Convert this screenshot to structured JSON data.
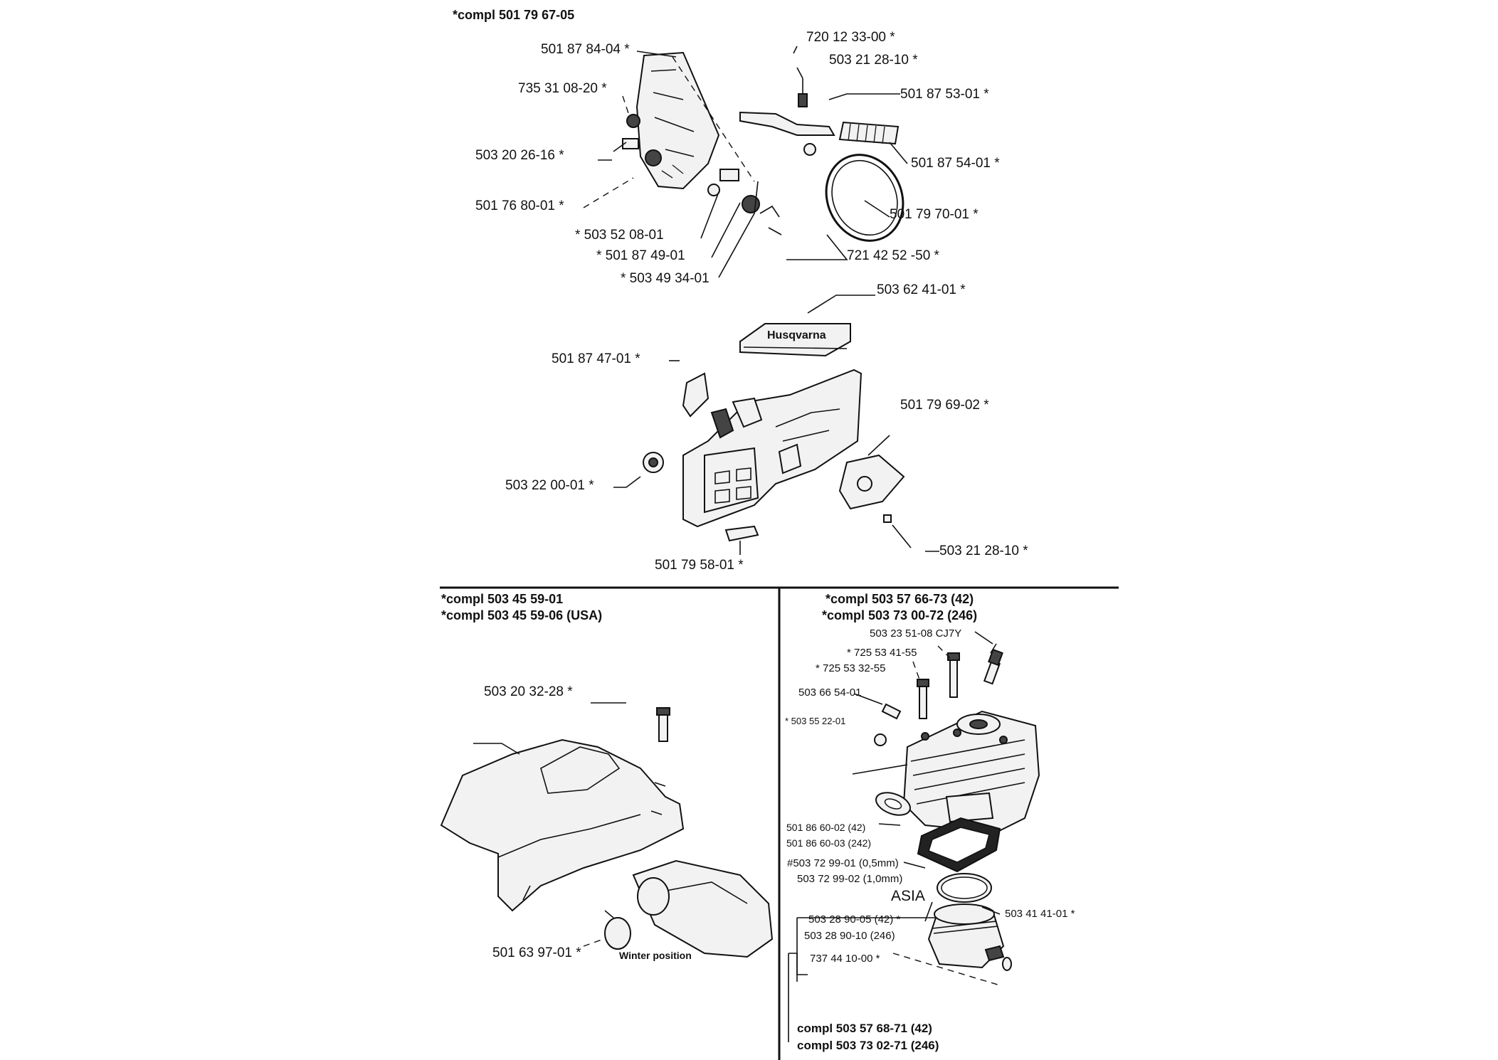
{
  "sections": {
    "top": {
      "header": "*compl 501 79 67-05",
      "labels": [
        "501 87 84-04 *",
        "735 31 08-20 *",
        "503 20 26-16 *",
        "501 76 80-01 *",
        "* 503 52 08-01",
        "* 501 87 49-01",
        "* 503 49 34-01",
        "720 12 33-00 *",
        "503 21 28-10 *",
        "501 87 53-01 *",
        "501 87 54-01 *",
        "501 79 70-01 *",
        "721 42 52 -50 *",
        "503 62 41-01 *",
        "501 87 47-01 *",
        "501 79 69-02 *",
        "503 22 00-01 *",
        "503 21 28-10 *",
        "501 79 58-01 *"
      ],
      "logo_text": "Husqvarna"
    },
    "bottom_left": {
      "header_1": "*compl 503 45 59-01",
      "header_2": "*compl 503 45 59-06 (USA)",
      "labels": [
        "503 20 32-28 *",
        "501 63 97-01 *"
      ],
      "winter_text": "Winter position"
    },
    "bottom_right": {
      "header_1": "*compl 503 57 66-73 (42)",
      "header_2": "*compl 503 73 00-72 (246)",
      "labels": [
        "503 23 51-08 CJ7Y",
        "* 725 53 41-55",
        "* 725 53 32-55",
        "503 66 54-01",
        "* 503 55 22-01",
        "501 86 60-02 (42)",
        "501 86 60-03 (242)",
        "#503 72 99-01 (0,5mm)",
        "503 72 99-02 (1,0mm)",
        "ASIA",
        "503 28 90-05 (42) *",
        "503 28 90-10 (246)",
        "737 44 10-00 *",
        "503 41 41-01 *"
      ],
      "footer_1": "compl 503 57 68-71 (42)",
      "footer_2": "compl 503 73 02-71 (246)"
    }
  }
}
